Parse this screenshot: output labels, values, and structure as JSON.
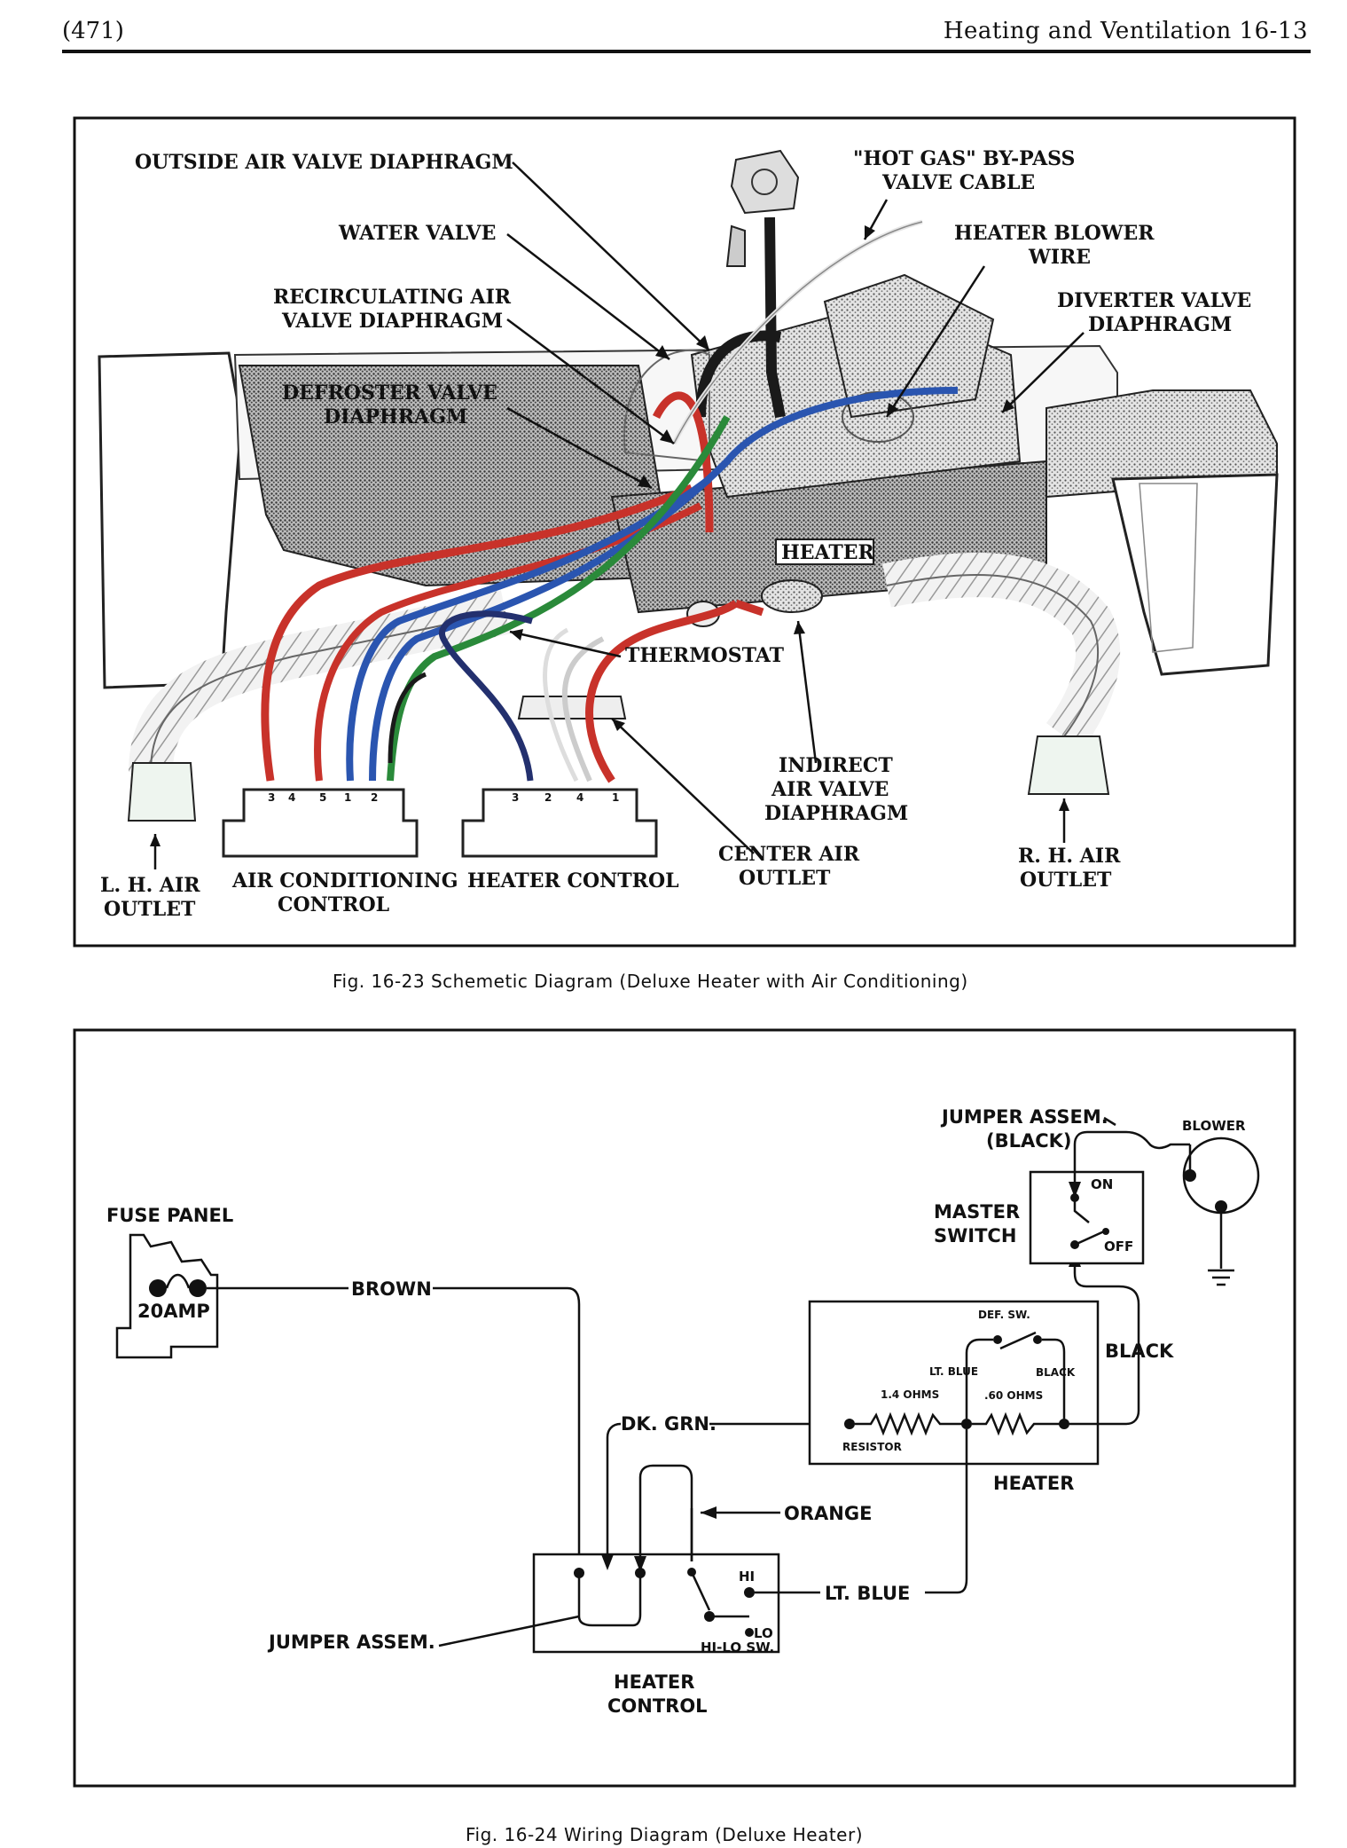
{
  "header": {
    "page_number": "(471)",
    "section": "Heating and Ventilation  16-13"
  },
  "fig1": {
    "caption": "Fig. 16-23  Schemetic Diagram (Deluxe Heater with Air Conditioning)",
    "labels": {
      "outside_air": "OUTSIDE AIR VALVE DIAPHRAGM",
      "water_valve": "WATER VALVE",
      "recirc_1": "RECIRCULATING AIR",
      "recirc_2": "VALVE DIAPHRAGM",
      "defroster_1": "DEFROSTER VALVE",
      "defroster_2": "DIAPHRAGM",
      "hotgas_1": "\"HOT GAS\" BY-PASS",
      "hotgas_2": "VALVE CABLE",
      "blower_wire_1": "HEATER BLOWER",
      "blower_wire_2": "WIRE",
      "diverter_1": "DIVERTER VALVE",
      "diverter_2": "DIAPHRAGM",
      "heater": "HEATER",
      "thermostat": "THERMOSTAT",
      "indirect_1": "INDIRECT",
      "indirect_2": "AIR VALVE",
      "indirect_3": "DIAPHRAGM",
      "center_1": "CENTER AIR",
      "center_2": "OUTLET",
      "rh_1": "R. H. AIR",
      "rh_2": "OUTLET",
      "lh_1": "L. H. AIR",
      "lh_2": "OUTLET",
      "ac_1": "AIR CONDITIONING",
      "ac_2": "CONTROL",
      "heater_control": "HEATER CONTROL"
    },
    "ac_ports": [
      "3",
      "4",
      "5",
      "1",
      "2"
    ],
    "hc_ports": [
      "3",
      "2",
      "4",
      "1"
    ],
    "hose_colors": {
      "red": "#c8322a",
      "blue": "#2a55b0",
      "green": "#2a8a3a",
      "dark": "#1a1a1a",
      "navy": "#23306e"
    }
  },
  "fig2": {
    "caption": "Fig. 16-24  Wiring Diagram (Deluxe Heater)",
    "labels": {
      "fuse_panel": "FUSE PANEL",
      "fuse_rating": "20AMP",
      "brown": "BROWN",
      "jumper_black_1": "JUMPER ASSEM.",
      "jumper_black_2": "(BLACK)",
      "blower": "BLOWER",
      "master_1": "MASTER",
      "master_2": "SWITCH",
      "on": "ON",
      "off": "OFF",
      "def_sw": "DEF. SW.",
      "lt_blue_small": "LT. BLUE",
      "black_small": "BLACK",
      "ohms_14": "1.4 OHMS",
      "ohms_60": ".60 OHMS",
      "resistor": "RESISTOR",
      "heater": "HEATER",
      "black": "BLACK",
      "dk_grn": "DK. GRN.",
      "orange": "ORANGE",
      "lt_blue": "LT. BLUE",
      "hi": "HI",
      "lo": "LO",
      "hilo": "HI-LO SW.",
      "jumper": "JUMPER ASSEM.",
      "hc_1": "HEATER",
      "hc_2": "CONTROL"
    }
  }
}
